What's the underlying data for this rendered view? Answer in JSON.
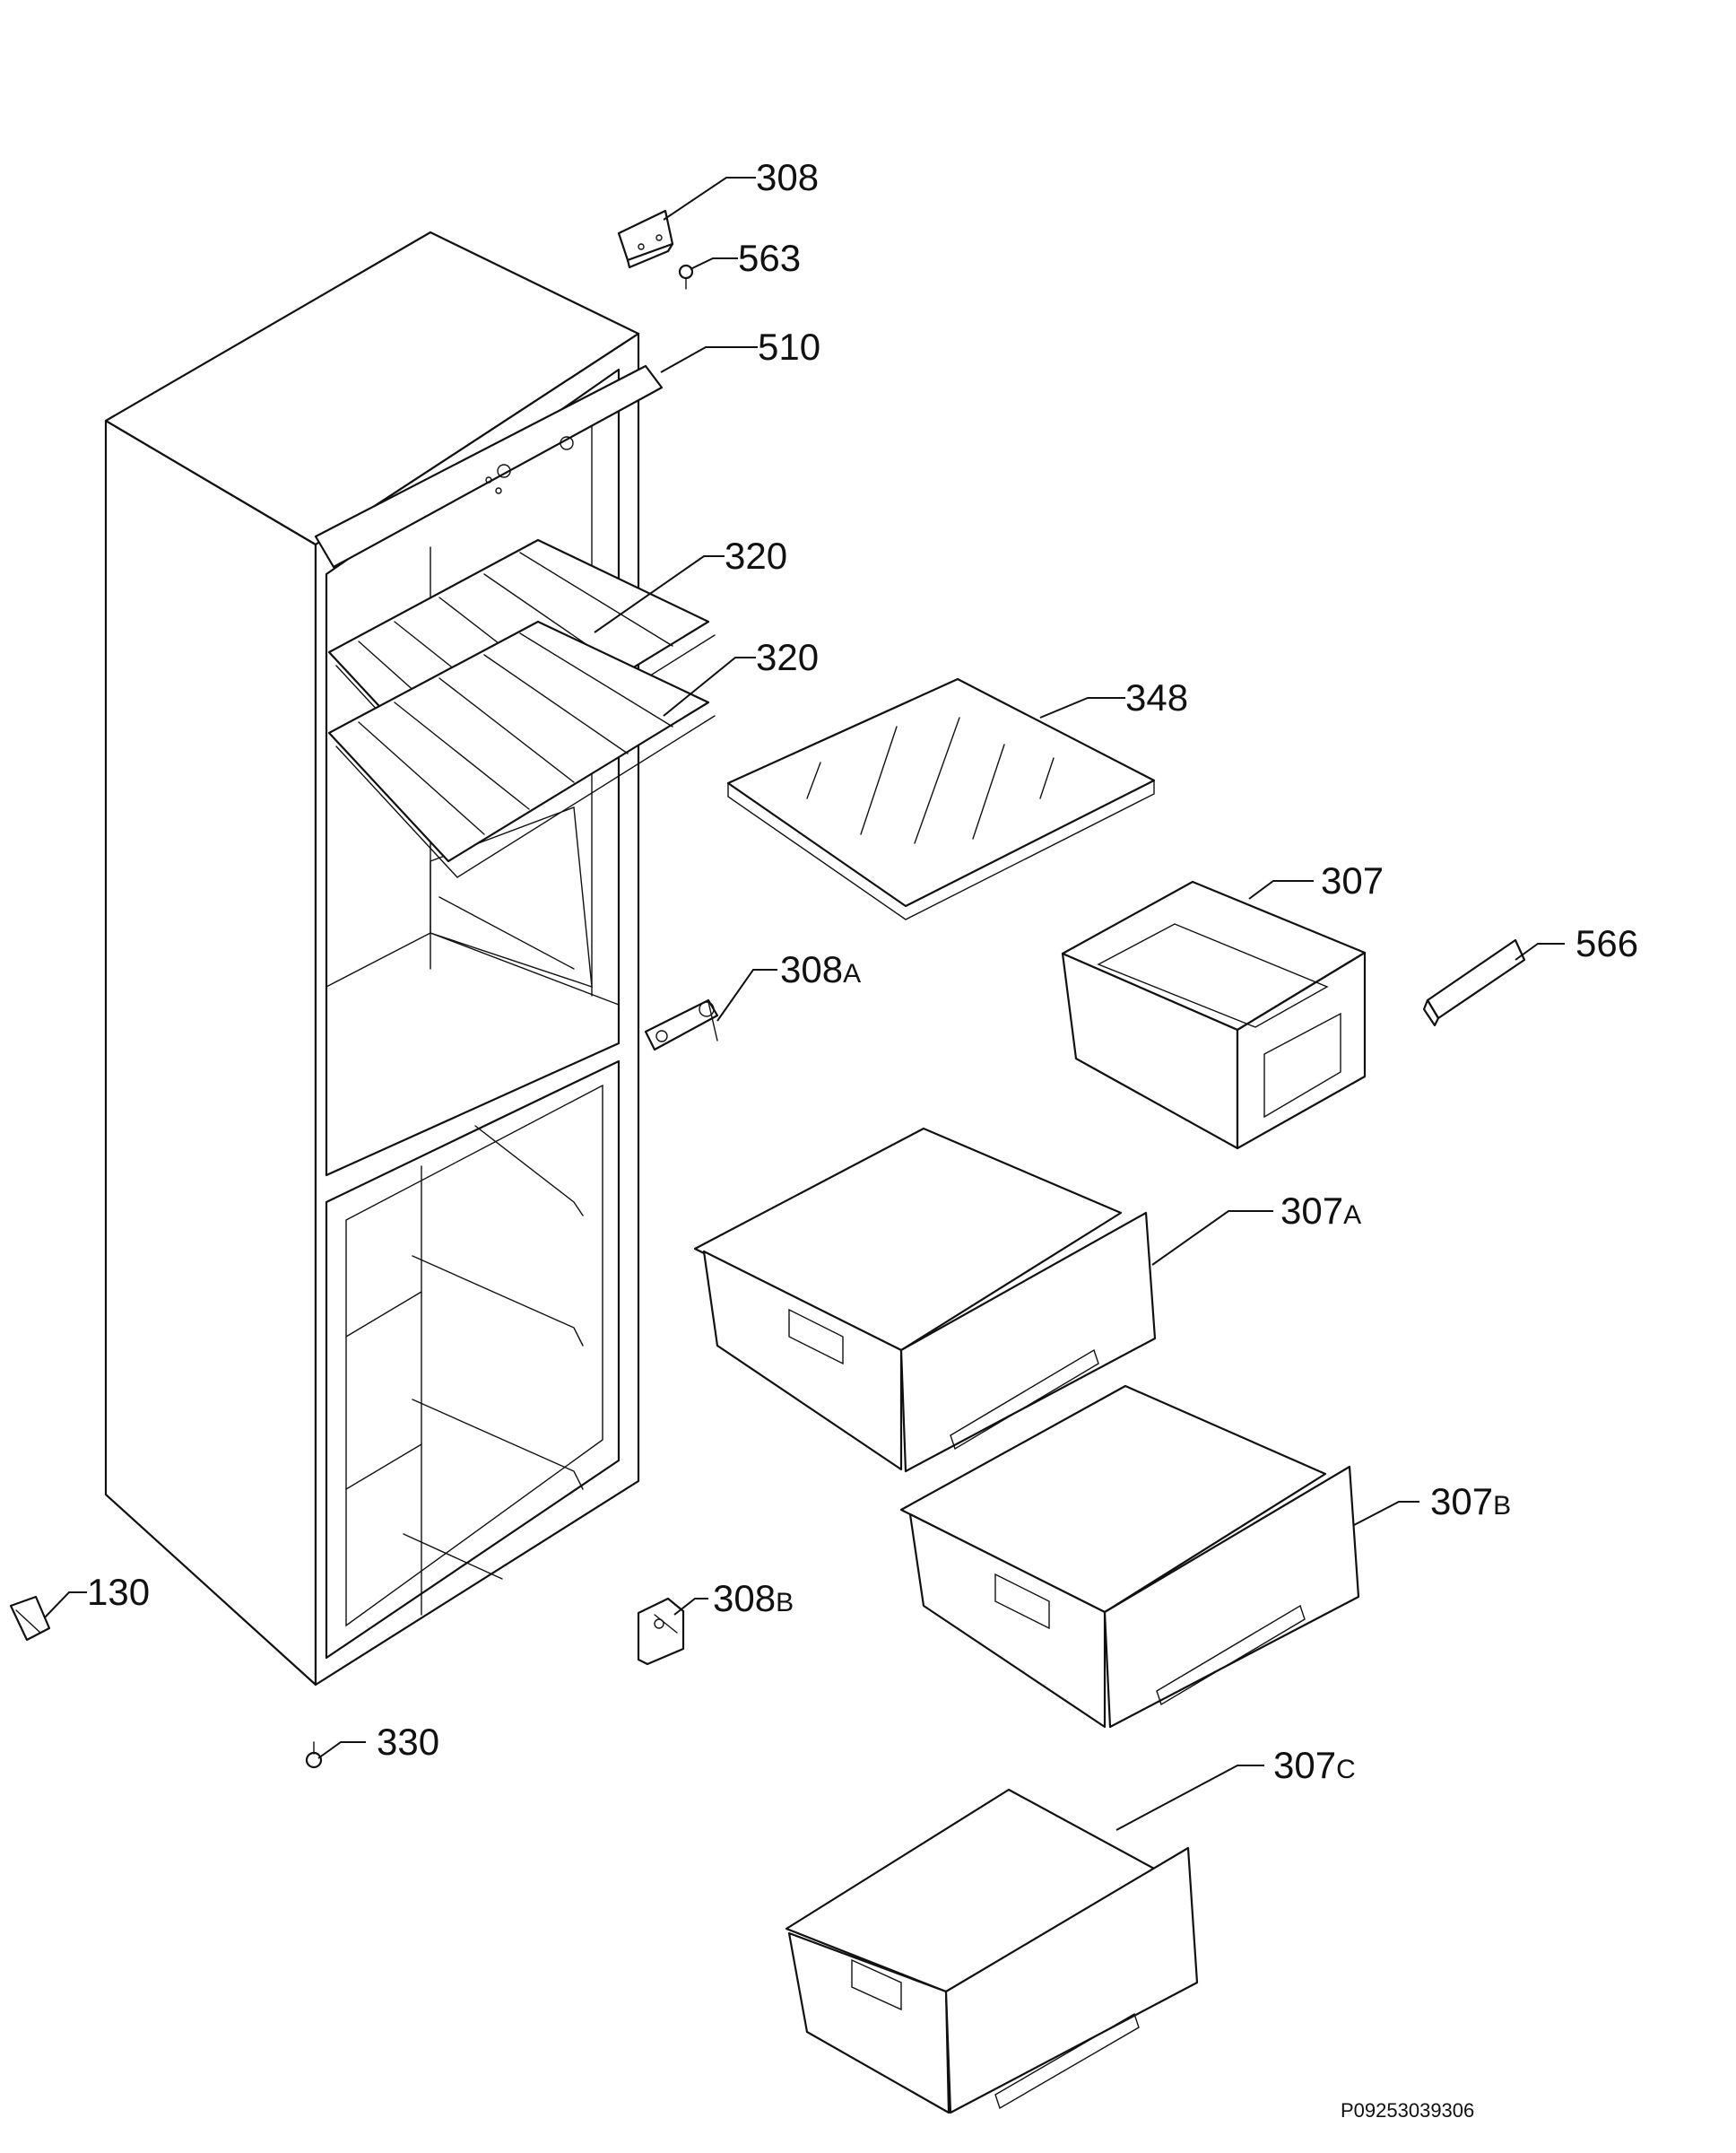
{
  "labels": [
    {
      "id": "308",
      "num": "308",
      "suffix": ""
    },
    {
      "id": "563",
      "num": "563",
      "suffix": ""
    },
    {
      "id": "510",
      "num": "510",
      "suffix": ""
    },
    {
      "id": "320a",
      "num": "320",
      "suffix": ""
    },
    {
      "id": "320b",
      "num": "320",
      "suffix": ""
    },
    {
      "id": "348",
      "num": "348",
      "suffix": ""
    },
    {
      "id": "307",
      "num": "307",
      "suffix": ""
    },
    {
      "id": "566",
      "num": "566",
      "suffix": ""
    },
    {
      "id": "308A",
      "num": "308",
      "suffix": "A"
    },
    {
      "id": "307A",
      "num": "307",
      "suffix": "A"
    },
    {
      "id": "307B",
      "num": "307",
      "suffix": "B"
    },
    {
      "id": "130",
      "num": "130",
      "suffix": ""
    },
    {
      "id": "308B",
      "num": "308",
      "suffix": "B"
    },
    {
      "id": "330",
      "num": "330",
      "suffix": ""
    },
    {
      "id": "307C",
      "num": "307",
      "suffix": "C"
    }
  ],
  "drawing_code": "P09253039306"
}
